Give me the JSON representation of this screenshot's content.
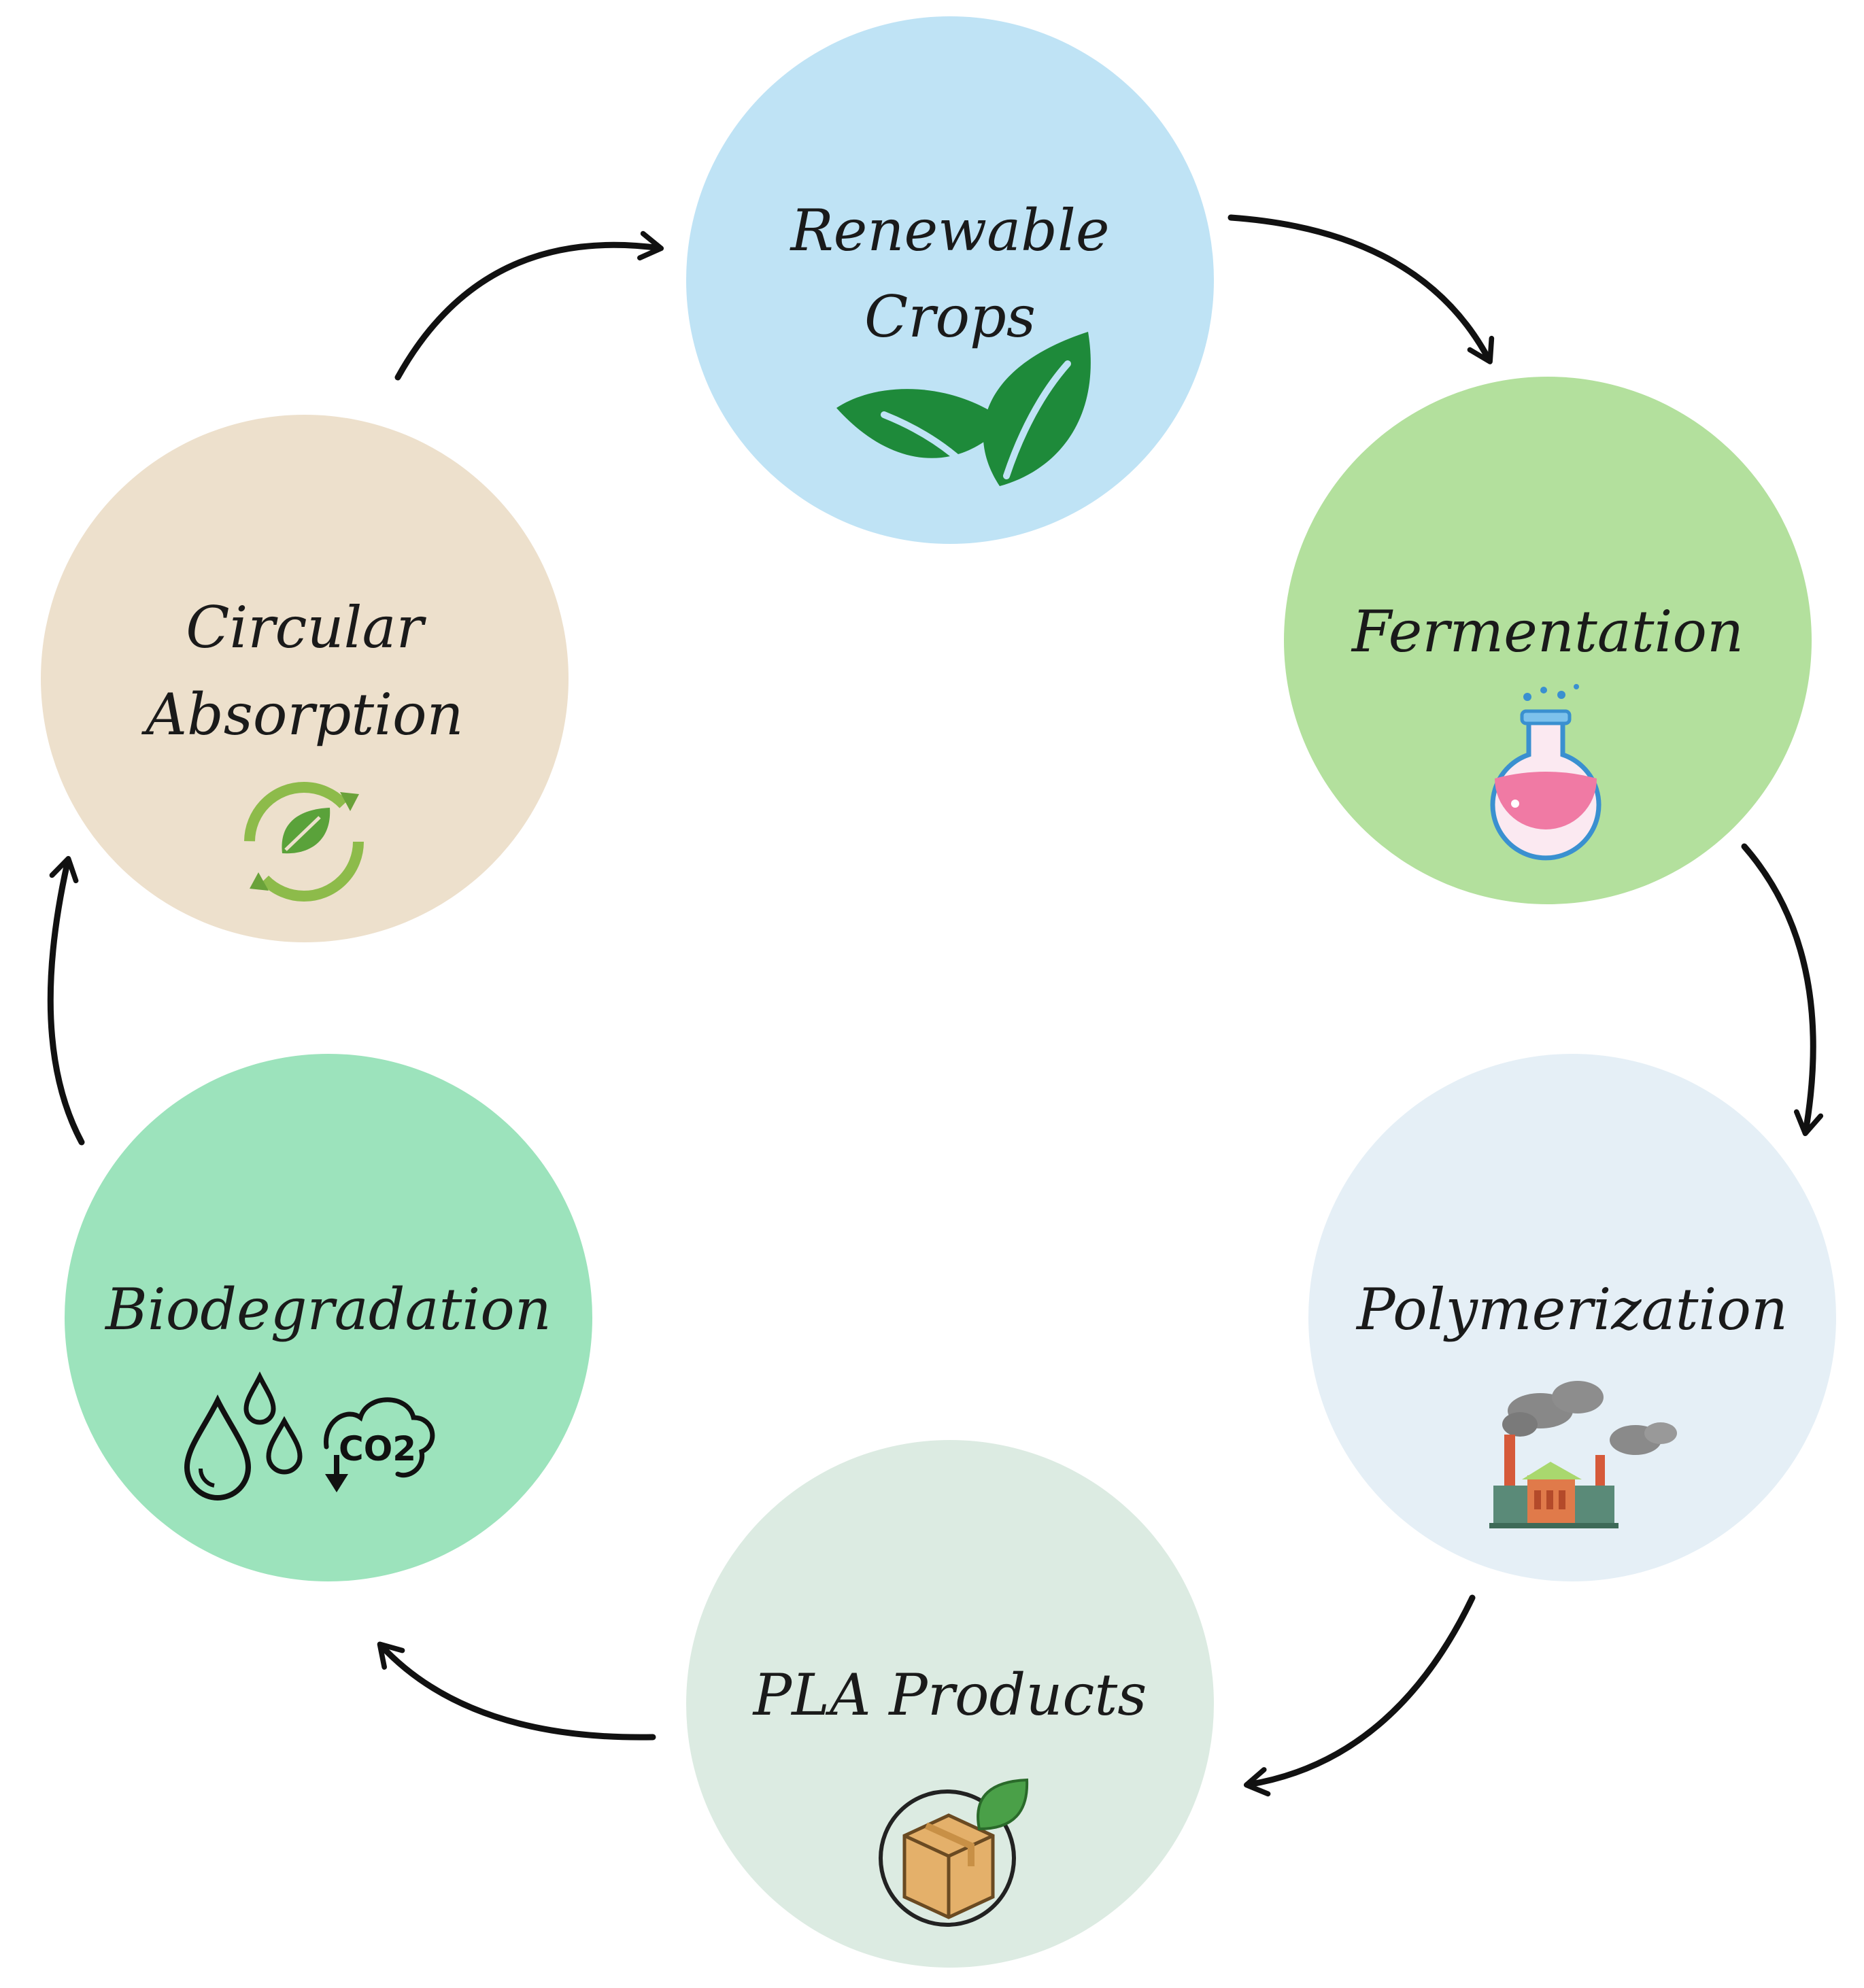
{
  "diagram": {
    "stages": [
      {
        "key": "renewable-crops",
        "label_line1": "Renewable",
        "label_line2": "Crops",
        "color": "#bfe3f5",
        "icon": "leaf-icon"
      },
      {
        "key": "fermentation",
        "label_line1": "Fermentation",
        "label_line2": "",
        "color": "#b3e09d",
        "icon": "flask-icon"
      },
      {
        "key": "polymerization",
        "label_line1": "Polymerization",
        "label_line2": "",
        "color": "#e5eff6",
        "icon": "factory-icon"
      },
      {
        "key": "pla-products",
        "label_line1": "PLA Products",
        "label_line2": "",
        "color": "#dcebe2",
        "icon": "box-icon"
      },
      {
        "key": "biodegradation",
        "label_line1": "Biodegradation",
        "label_line2": "",
        "color": "#9ce3bc",
        "icon": "water-co2-icon",
        "icon_text": "CO2"
      },
      {
        "key": "circular-absorption",
        "label_line1": "Circular",
        "label_line2": "Absorption",
        "color": "#ede0cc",
        "icon": "recycle-leaf-icon"
      }
    ],
    "arrow_color": "#111111"
  }
}
